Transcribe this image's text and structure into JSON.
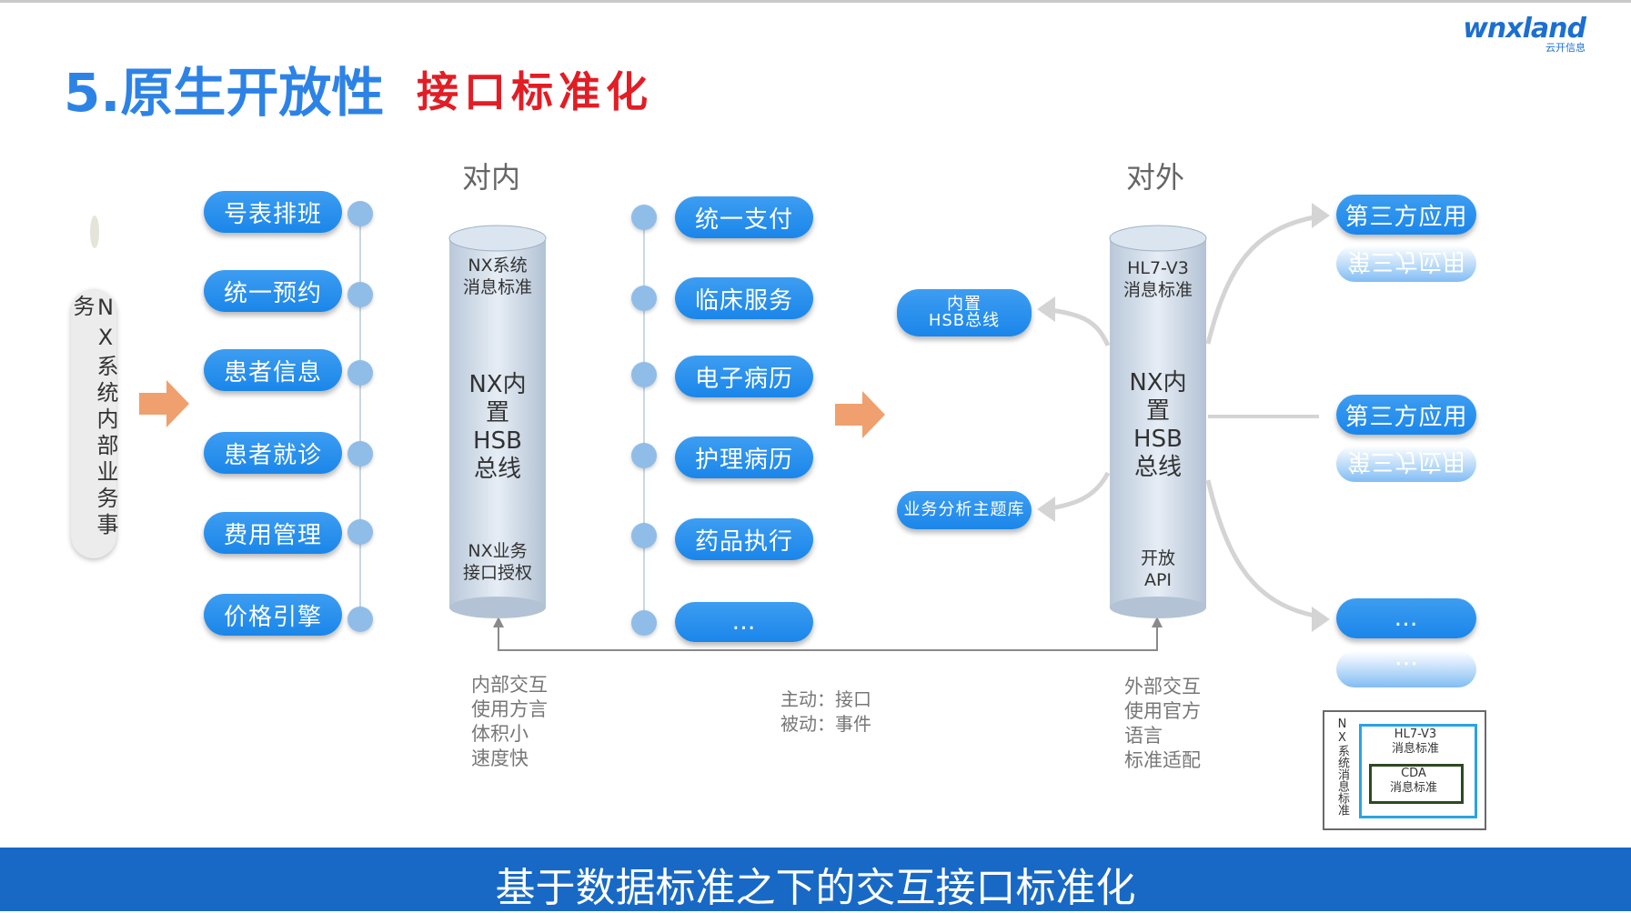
{
  "title": {
    "main": "5.原生开放性",
    "sub": "接口标准化"
  },
  "logo": {
    "text": "wnxland",
    "sub": "云开信息"
  },
  "headings": {
    "inner": "对内",
    "outer": "对外"
  },
  "sideband": {
    "label": "NX系统内部业务事务"
  },
  "left_services": [
    "号表排班",
    "统一预约",
    "患者信息",
    "患者就诊",
    "费用管理",
    "价格引擎"
  ],
  "inner_cylinder": {
    "top": "NX系统\n消息标准",
    "mid": "NX内\n置\nHSB\n总线",
    "bottom": "NX业务\n接口授权"
  },
  "mid_services": [
    "统一支付",
    "临床服务",
    "电子病历",
    "护理病历",
    "药品执行",
    "…"
  ],
  "hub_nodes": {
    "builtin": "内置\nHSB总线",
    "analysis": "业务分析主题库"
  },
  "outer_cylinder": {
    "top": "HL7-V3\n消息标准",
    "mid": "NX内\n置\nHSB\n总线",
    "bottom": "开放\nAPI"
  },
  "third_party": [
    "第三方应用",
    "第三方应用",
    "…"
  ],
  "notes": {
    "internal": "内部交互\n使用方言\n体积小\n速度快",
    "middle": "主动：接口\n被动：事件",
    "external": "外部交互\n使用官方\n语言\n标准适配"
  },
  "legend": {
    "vertical": "NX系统消息标准",
    "outer": "HL7-V3\n消息标准",
    "inner": "CDA\n消息标准"
  },
  "footer": "基于数据标准之下的交互接口标准化",
  "colors": {
    "blue": "#1a86ea",
    "title_blue": "#2d83e5",
    "title_red": "#e21d25",
    "arrow": "#f0a06e",
    "footer_bar": "#1869c5"
  }
}
